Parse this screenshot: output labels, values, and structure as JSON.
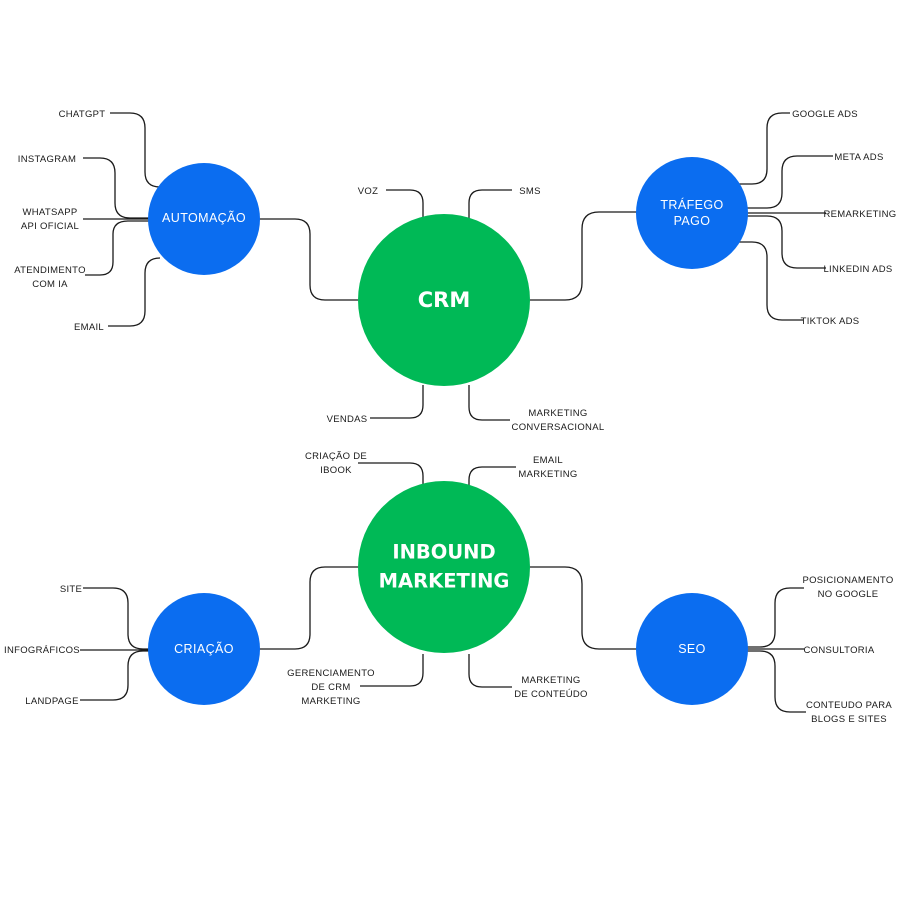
{
  "colors": {
    "hub": "#00b956",
    "node": "#0b6df0",
    "line": "#1a1a1a",
    "text_light": "#ffffff",
    "text_dark": "#1a1a1a"
  },
  "crm": {
    "hub": "CRM",
    "near": {
      "voz": "VOZ",
      "sms": "SMS",
      "vendas": "VENDAS",
      "mkt_conversacional": [
        "MARKETING",
        "CONVERSACIONAL"
      ]
    },
    "automacao": {
      "label": "AUTOMAÇÃO",
      "leaves": {
        "chatgpt": [
          "CHATGPT"
        ],
        "instagram": [
          "INSTAGRAM"
        ],
        "whatsapp": [
          "WHATSAPP",
          "API OFICIAL"
        ],
        "atendimento": [
          "ATENDIMENTO",
          "COM IA"
        ],
        "email": [
          "EMAIL"
        ]
      }
    },
    "trafego": {
      "label": [
        "TRÁFEGO",
        "PAGO"
      ],
      "leaves": {
        "google": [
          "GOOGLE ADS"
        ],
        "meta": [
          "META ADS"
        ],
        "remarketing": [
          "REMARKETING"
        ],
        "linkedin": [
          "LINKEDIN ADS"
        ],
        "tiktok": [
          "TIKTOK ADS"
        ]
      }
    }
  },
  "inbound": {
    "hub": [
      "INBOUND",
      "MARKETING"
    ],
    "near": {
      "ibook": [
        "CRIAÇÃO DE",
        "IBOOK"
      ],
      "email_mkt": [
        "EMAIL",
        "MARKETING"
      ],
      "gerenciamento": [
        "GERENCIAMENTO",
        "DE CRM",
        "MARKETING"
      ],
      "conteudo": [
        "MARKETING",
        "DE CONTEÚDO"
      ]
    },
    "criacao": {
      "label": "CRIAÇÃO",
      "leaves": {
        "site": [
          "SITE"
        ],
        "infograficos": [
          "INFOGRÁFICOS"
        ],
        "landpage": [
          "LANDPAGE"
        ]
      }
    },
    "seo": {
      "label": "SEO",
      "leaves": {
        "posicionamento": [
          "POSICIONAMENTO",
          "NO GOOGLE"
        ],
        "consultoria": [
          "CONSULTORIA"
        ],
        "conteudo_blogs": [
          "CONTEUDO PARA",
          "BLOGS E SITES"
        ]
      }
    }
  }
}
